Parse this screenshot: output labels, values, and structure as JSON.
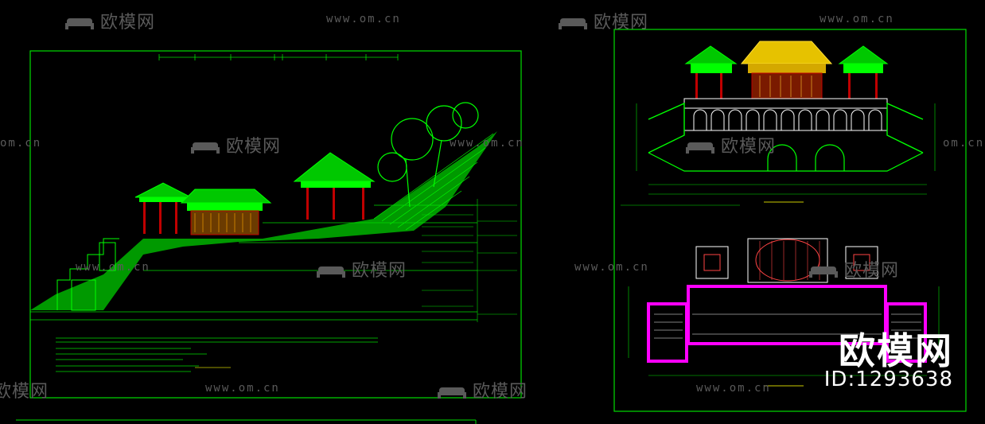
{
  "watermarks": {
    "brand": "欧模网",
    "url": "www.om.cn",
    "url_partial": "om.cn",
    "id_label": "ID:1293638"
  },
  "colors": {
    "background": "#000000",
    "frame": "#00ff00",
    "roof_gold": "#e6c200",
    "column_red": "#c00000",
    "plan_magenta": "#ff00ff",
    "tree_line": "#00ff00",
    "watermark": "#5a5a5a"
  },
  "drawings": {
    "left_sheet": "section-elevation",
    "right_sheet_top": "bridge-elevation",
    "right_sheet_bottom": "bridge-plan"
  }
}
